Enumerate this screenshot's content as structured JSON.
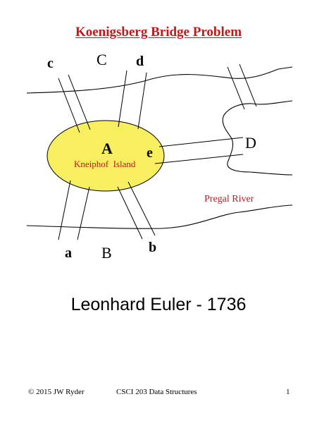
{
  "slide": {
    "title": "Koenigsberg Bridge Problem",
    "subtitle": "Leonhard Euler - 1736"
  },
  "diagram": {
    "land_labels": {
      "A": "A",
      "B": "B",
      "C": "C",
      "D": "D"
    },
    "bridge_labels": {
      "a": "a",
      "b": "b",
      "c": "c",
      "d": "d",
      "e": "e"
    },
    "island_name": "Kneiphof  Island",
    "river_name": "Pregal River",
    "colors": {
      "island_fill": "#f7ef5f",
      "accent_red": "#c0181b",
      "ink": "#000000"
    }
  },
  "footer": {
    "copyright": "© 2015 JW Ryder",
    "course": "CSCI 203 Data Structures",
    "page_number": "1"
  }
}
